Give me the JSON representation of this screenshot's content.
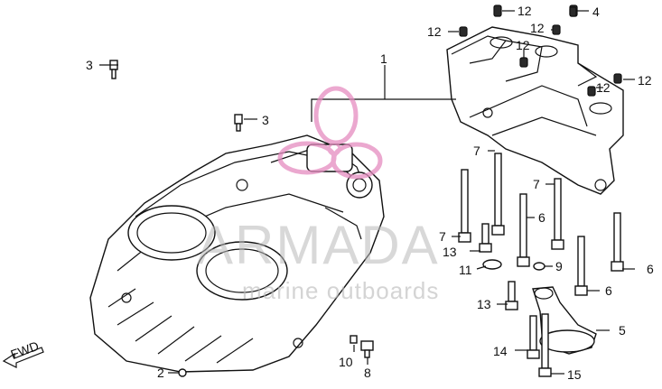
{
  "callouts": {
    "c1": "1",
    "c2": "2",
    "c3a": "3",
    "c3b": "3",
    "c4": "4",
    "c5": "5",
    "c6a": "6",
    "c6b": "6",
    "c6c": "6",
    "c7a": "7",
    "c7b": "7",
    "c7c": "7",
    "c8": "8",
    "c9": "9",
    "c10": "10",
    "c11": "11",
    "c12a": "12",
    "c12b": "12",
    "c12c": "12",
    "c12d": "12",
    "c12e": "12",
    "c12f": "12",
    "c13a": "13",
    "c13b": "13",
    "c14": "14",
    "c15": "15",
    "fwd": "FWD"
  },
  "watermark": {
    "brand": "ARMADA",
    "tagline": "marine outboards",
    "accent_color": "#e58cc0"
  }
}
